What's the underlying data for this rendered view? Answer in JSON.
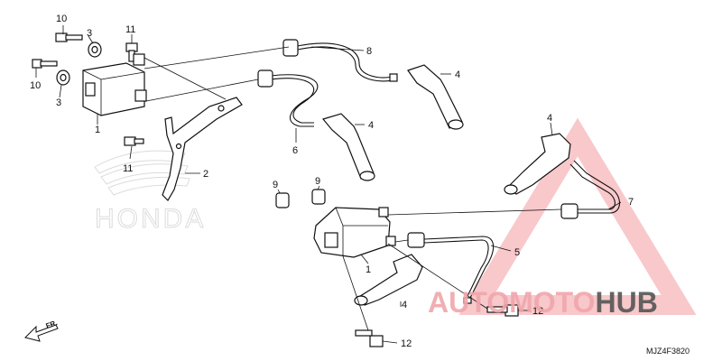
{
  "diagram": {
    "callouts": [
      {
        "id": "c10a",
        "text": "10"
      },
      {
        "id": "c3a",
        "text": "3"
      },
      {
        "id": "c11a",
        "text": "11"
      },
      {
        "id": "c10b",
        "text": "10"
      },
      {
        "id": "c3b",
        "text": "3"
      },
      {
        "id": "c1a",
        "text": "1"
      },
      {
        "id": "c8",
        "text": "8"
      },
      {
        "id": "c4a",
        "text": "4"
      },
      {
        "id": "c4b",
        "text": "4"
      },
      {
        "id": "c6",
        "text": "6"
      },
      {
        "id": "c11b",
        "text": "11"
      },
      {
        "id": "c2",
        "text": "2"
      },
      {
        "id": "c4c",
        "text": "4"
      },
      {
        "id": "c9a",
        "text": "9"
      },
      {
        "id": "c9b",
        "text": "9"
      },
      {
        "id": "c7",
        "text": "7"
      },
      {
        "id": "c5",
        "text": "5"
      },
      {
        "id": "c1b",
        "text": "1"
      },
      {
        "id": "c4d",
        "text": "4"
      },
      {
        "id": "c12a",
        "text": "12"
      },
      {
        "id": "c12b",
        "text": "12"
      }
    ],
    "front_marker": "FR.",
    "diagram_code": "MJZ4F3820",
    "background_logo": "HONDA"
  },
  "watermark": {
    "part1": "AUTO",
    "part2": "MOTO",
    "part3": "HUB",
    "colors": {
      "red": "#e8434f",
      "dark": "#2d2d2d",
      "light_red": "#f6b6ba"
    }
  }
}
